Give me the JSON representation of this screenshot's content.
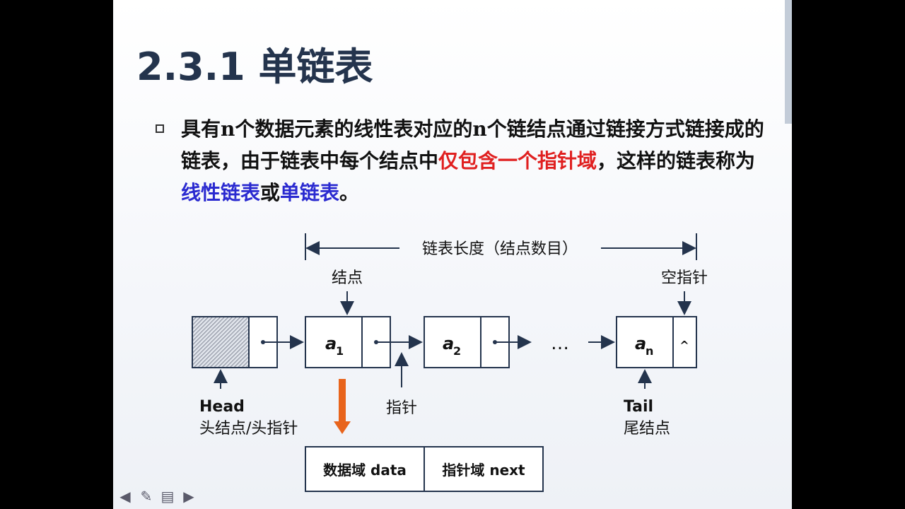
{
  "slide": {
    "title": "2.3.1 单链表",
    "paragraph": {
      "part1": "具有n个数据元素的线性表对应的n个链结点通过链接方式链接成的链表，由于链表中每个结点中",
      "highlight_red": "仅包含一个指针域",
      "part2": "，这样的链表称为",
      "highlight_blue1": "线性链表",
      "part3": "或",
      "highlight_blue2": "单链表",
      "part4": "。"
    }
  },
  "diagram": {
    "length_label": "链表长度（结点数目）",
    "node_label": "结点",
    "null_pointer_label": "空指针",
    "pointer_label": "指针",
    "head_label": "Head",
    "head_sub_label": "头结点/头指针",
    "tail_label": "Tail",
    "tail_sub_label": "尾结点",
    "ellipsis": "…",
    "nodes": [
      {
        "base": "a",
        "sub": "1"
      },
      {
        "base": "a",
        "sub": "2"
      },
      {
        "base": "a",
        "sub": "n"
      }
    ],
    "null_symbol": "^",
    "fields": {
      "data": "数据域 data",
      "next": "指针域 next"
    }
  },
  "colors": {
    "title": "#24344d",
    "red_highlight": "#e02020",
    "blue_highlight": "#2a2ad0",
    "orange_arrow": "#e8641c",
    "diagram_stroke": "#24344d"
  },
  "nav": {
    "icons": [
      "back-arrow-icon",
      "pen-icon",
      "menu-icon",
      "forward-arrow-icon"
    ]
  }
}
